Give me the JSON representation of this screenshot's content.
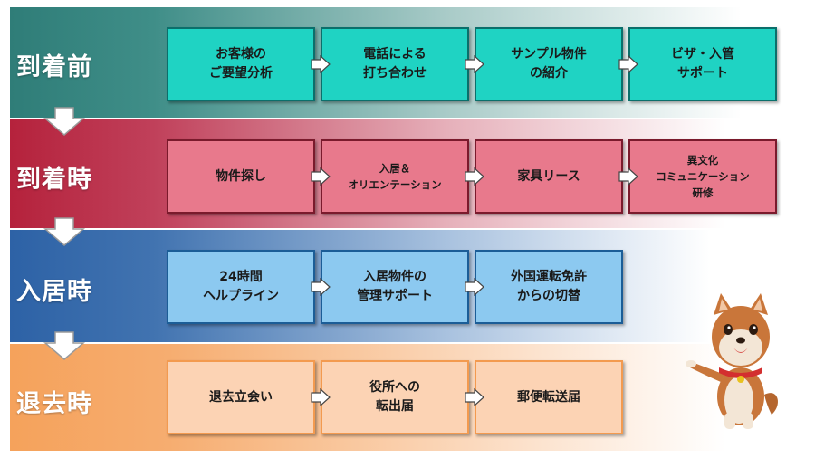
{
  "stages": [
    {
      "label": "到着前",
      "theme": "teal",
      "band_gradient": [
        "#2f7d78",
        "#ffffff"
      ],
      "steps": [
        "お客様の\nご要望分析",
        "電話による\n打ち合わせ",
        "サンプル物件\nの紹介",
        "ビザ・入管\nサポート"
      ]
    },
    {
      "label": "到着時",
      "theme": "red",
      "band_gradient": [
        "#b5223c",
        "#ffffff"
      ],
      "steps": [
        "物件探し",
        "入居＆\nオリエンテーション",
        "家具リース",
        "異文化\nコミュニケーション\n研修"
      ]
    },
    {
      "label": "入居時",
      "theme": "blue",
      "band_gradient": [
        "#2d62a6",
        "#ffffff"
      ],
      "steps": [
        "24時間\nヘルプライン",
        "入居物件の\n管理サポート",
        "外国運転免許\nからの切替"
      ]
    },
    {
      "label": "退去時",
      "theme": "orange",
      "band_gradient": [
        "#f5a25b",
        "#ffffff"
      ],
      "steps": [
        "退去立会い",
        "役所への\n転出届",
        "郵便転送届"
      ]
    }
  ],
  "icons": {
    "step_arrow": "chevron-right-arrow-icon",
    "stage_arrow": "down-arrow-icon",
    "mascot": "shiba-dog-mascot-icon"
  }
}
